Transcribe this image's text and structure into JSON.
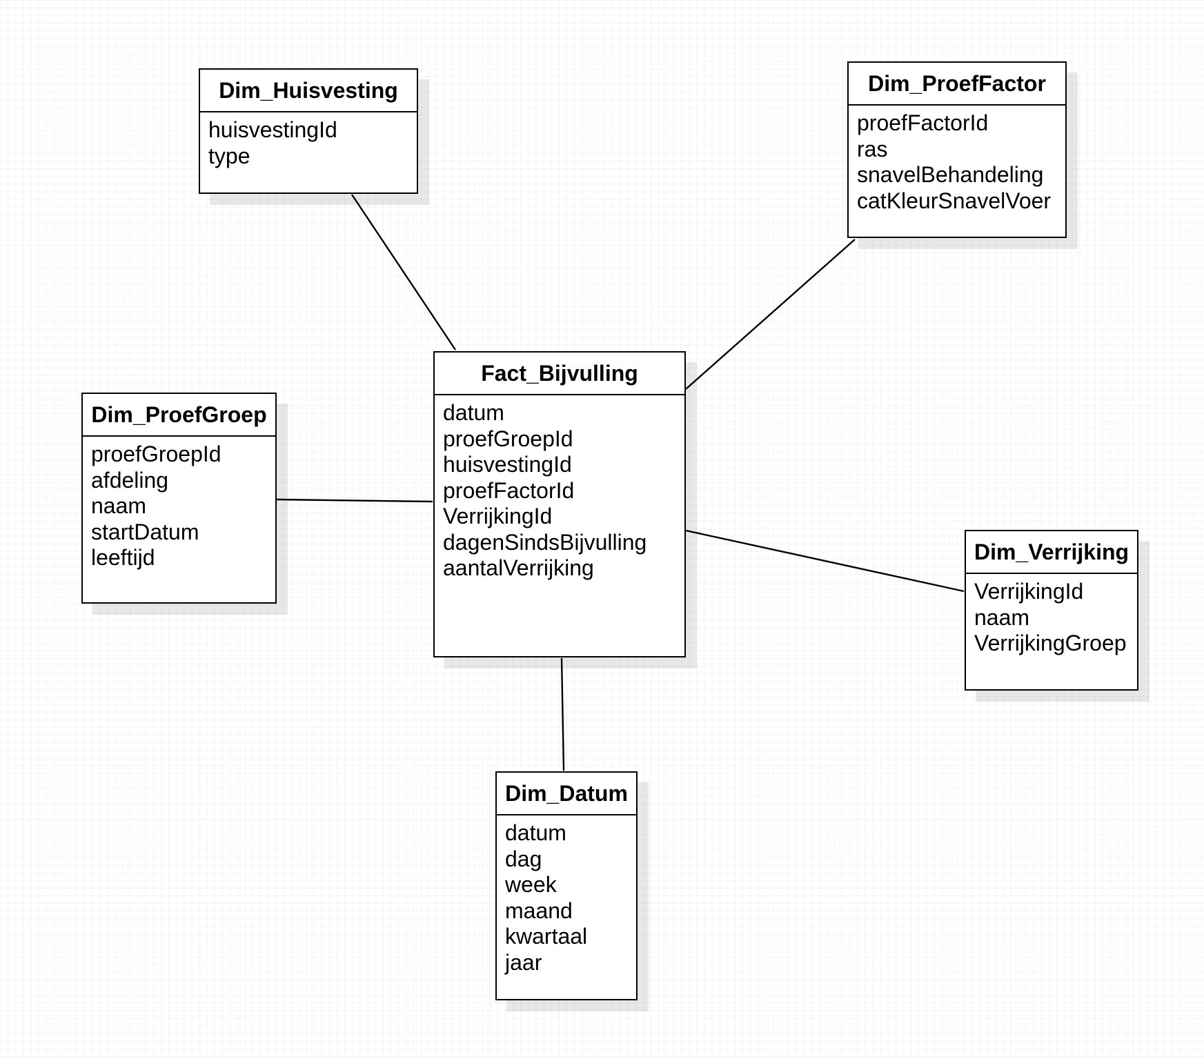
{
  "entities": {
    "huisvesting": {
      "name": "Dim_Huisvesting",
      "fields": [
        "huisvestingId",
        "type"
      ]
    },
    "proeffactor": {
      "name": "Dim_ProefFactor",
      "fields": [
        "proefFactorId",
        "ras",
        "snavelBehandeling",
        "catKleurSnavelVoer"
      ]
    },
    "proefgroep": {
      "name": "Dim_ProefGroep",
      "fields": [
        "proefGroepId",
        "afdeling",
        "naam",
        "startDatum",
        "leeftijd"
      ]
    },
    "fact": {
      "name": "Fact_Bijvulling",
      "fields": [
        "datum",
        "proefGroepId",
        "huisvestingId",
        "proefFactorId",
        "VerrijkingId",
        "dagenSindsBijvulling",
        "aantalVerrijking"
      ]
    },
    "verrijking": {
      "name": "Dim_Verrijking",
      "fields": [
        "VerrijkingId",
        "naam",
        "VerrijkingGroep"
      ]
    },
    "datum": {
      "name": "Dim_Datum",
      "fields": [
        "datum",
        "dag",
        "week",
        "maand",
        "kwartaal",
        "jaar"
      ]
    }
  },
  "relationships": [
    {
      "from": "fact",
      "to": "huisvesting"
    },
    {
      "from": "fact",
      "to": "proeffactor"
    },
    {
      "from": "fact",
      "to": "proefgroep"
    },
    {
      "from": "fact",
      "to": "verrijking"
    },
    {
      "from": "fact",
      "to": "datum"
    }
  ],
  "colors": {
    "line": "#000000",
    "box_fill": "#ffffff",
    "canvas": "#ffffff"
  }
}
